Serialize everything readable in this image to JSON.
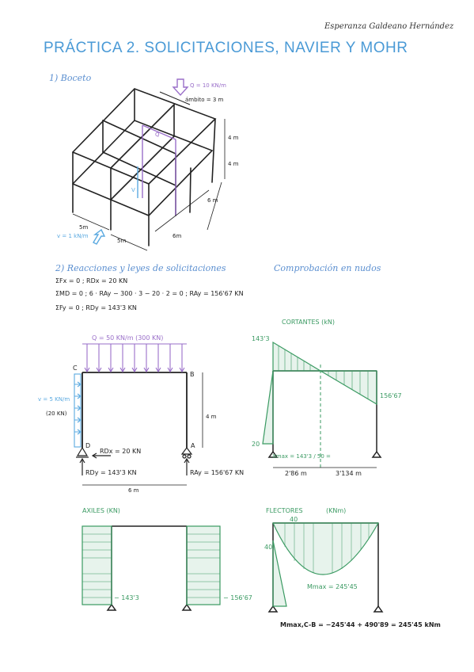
{
  "header": {
    "author": "Esperanza Galdeano Hernández",
    "title": "PRÁCTICA 2. SOLICITACIONES, NAVIER Y MOHR"
  },
  "boceto": {
    "label": "1) Boceto",
    "load_q": "Q = 10 KN/m",
    "ambito": "ámbito = 3 m",
    "h1": "4 m",
    "h2": "4 m",
    "dim_6m_right": "6 m",
    "dim_6m_front": "6m",
    "dim_5m_a": "5m",
    "dim_5m_b": "5m",
    "wind": "v = 1 kN/m",
    "marker_q": "Q",
    "marker_v": "V"
  },
  "reacciones": {
    "label": "2) Reacciones y leyes de solicitaciones",
    "check": "Comprobación en nudos",
    "eq1": "ΣFx = 0 ;  RDx = 20 KN",
    "eq2": "ΣMD = 0 ;  6 · RAy − 300 · 3 − 20 · 2 = 0 ;  RAy = 156'67 KN",
    "eq3": "ΣFy = 0 ;  RDy = 143'3 KN"
  },
  "frame": {
    "load": "Q = 50 KN/m  (300 KN)",
    "node_c": "C",
    "node_b": "B",
    "node_d": "D",
    "node_a": "A",
    "wind": "v = 5 KN/m",
    "wind_total": "(20 KN)",
    "height": "4 m",
    "span": "6 m",
    "rdx": "RDx = 20 KN",
    "rdy": "RDy = 143'3 KN",
    "ray": "RAy = 156'67 KN"
  },
  "cortantes": {
    "title": "CORTANTES (kN)",
    "v_left": "143'3",
    "v_right": "156'67",
    "v_col": "20",
    "xmax": "Xmax = 143'3 / 50 =",
    "d1": "2'86 m",
    "d2": "3'134 m"
  },
  "axiles": {
    "title": "AXILES (KN)",
    "n_left": "− 143'3",
    "n_right": "− 156'67"
  },
  "flectores": {
    "title": "FLECTORES",
    "unit": "(KNm)",
    "m_top": "40",
    "m_col": "40",
    "mmax": "Mmax = 245'45",
    "formula": "Mmax,C-B = −245'44 + 490'89 = 245'45 kNm"
  },
  "colors": {
    "title_blue": "#4a9ad6",
    "load_purple": "#9a6fc9",
    "diagram_green": "#3a9a62",
    "wind_blue": "#5aa9e0"
  }
}
